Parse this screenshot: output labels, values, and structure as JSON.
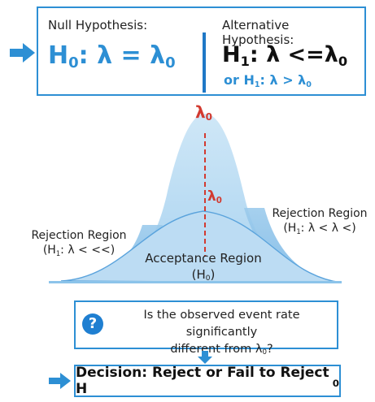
{
  "null_hypothesis": {
    "label": "Null Hypothesis:",
    "formula_prefix": "H",
    "formula_sub": "0",
    "formula_mid": ": λ = λ",
    "formula_sub2": "0"
  },
  "alternative_hypothesis": {
    "label": "Alternative Hypothesis:",
    "formula_prefix": "H",
    "formula_sub": "1",
    "formula_mid": ": λ <=λ",
    "formula_sub2": "0",
    "alt_prefix": "or H",
    "alt_sub": "1",
    "alt_rest": ": λ > λ",
    "alt_sub2": "0"
  },
  "curve": {
    "peak_label": "λ",
    "peak_sub": "0",
    "mid_label": "λ",
    "mid_sub": "0",
    "left_region": {
      "title": "Rejection Region",
      "detail_prefix": "(H",
      "detail_sub": "1",
      "detail_rest": ": λ < <<)"
    },
    "right_region": {
      "title": "Rejection Region",
      "detail_prefix": "(H",
      "detail_sub": "1",
      "detail_rest": ": λ < λ <)"
    },
    "acceptance": {
      "title": "Acceptance Region",
      "detail_prefix": "(H",
      "detail_sub": "0",
      "detail_rest": ")"
    }
  },
  "question": {
    "icon": "?",
    "line1": "Is the observed event rate significantly",
    "line2_prefix": "different from λ",
    "line2_sub": "0",
    "line2_rest": "?"
  },
  "decision": {
    "text": "Decision: Reject or Fail to Reject H",
    "sub": "0"
  },
  "colors": {
    "accent_blue": "#2d8fd4",
    "curve_fill": "#b9dcf2",
    "curve_edge": "#8cc4ea",
    "red": "#d23a30"
  }
}
